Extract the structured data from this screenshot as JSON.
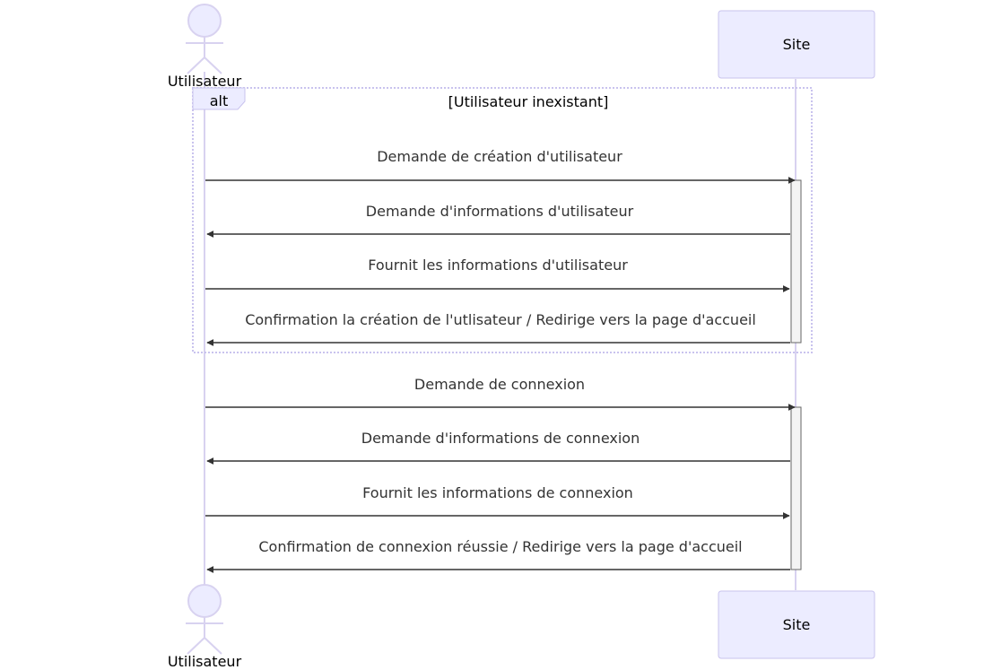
{
  "participants": {
    "user": {
      "label": "Utilisateur",
      "kind": "actor"
    },
    "site": {
      "label": "Site",
      "kind": "box"
    }
  },
  "alt_block": {
    "keyword": "alt",
    "condition": "[Utilisateur inexistant]"
  },
  "messages": [
    {
      "from": "user",
      "to": "site",
      "label": "Demande de création d'utilisateur"
    },
    {
      "from": "site",
      "to": "user",
      "label": "Demande d'informations d'utilisateur"
    },
    {
      "from": "user",
      "to": "site",
      "label": "Fournit les informations d'utilisateur"
    },
    {
      "from": "site",
      "to": "user",
      "label": "Confirmation la création de l'utlisateur / Redirige vers la page d'accueil"
    },
    {
      "from": "user",
      "to": "site",
      "label": "Demande de connexion"
    },
    {
      "from": "site",
      "to": "user",
      "label": "Demande d'informations de connexion"
    },
    {
      "from": "user",
      "to": "site",
      "label": "Fournit les informations de connexion"
    },
    {
      "from": "site",
      "to": "user",
      "label": "Confirmation de connexion réussie / Redirige vers la page d'accueil"
    }
  ],
  "colors": {
    "actor_fill": "#ececff",
    "actor_stroke": "#d8d2f0",
    "box_fill": "#ececff",
    "box_stroke": "#c9c3ee",
    "lifeline": "#d8d2f0",
    "message_line": "#333333",
    "activation_fill": "#f4f4f4",
    "activation_stroke": "#666666",
    "alt_border": "#c9c3ee",
    "alt_tab_fill": "#ececff",
    "text": "#333333"
  }
}
